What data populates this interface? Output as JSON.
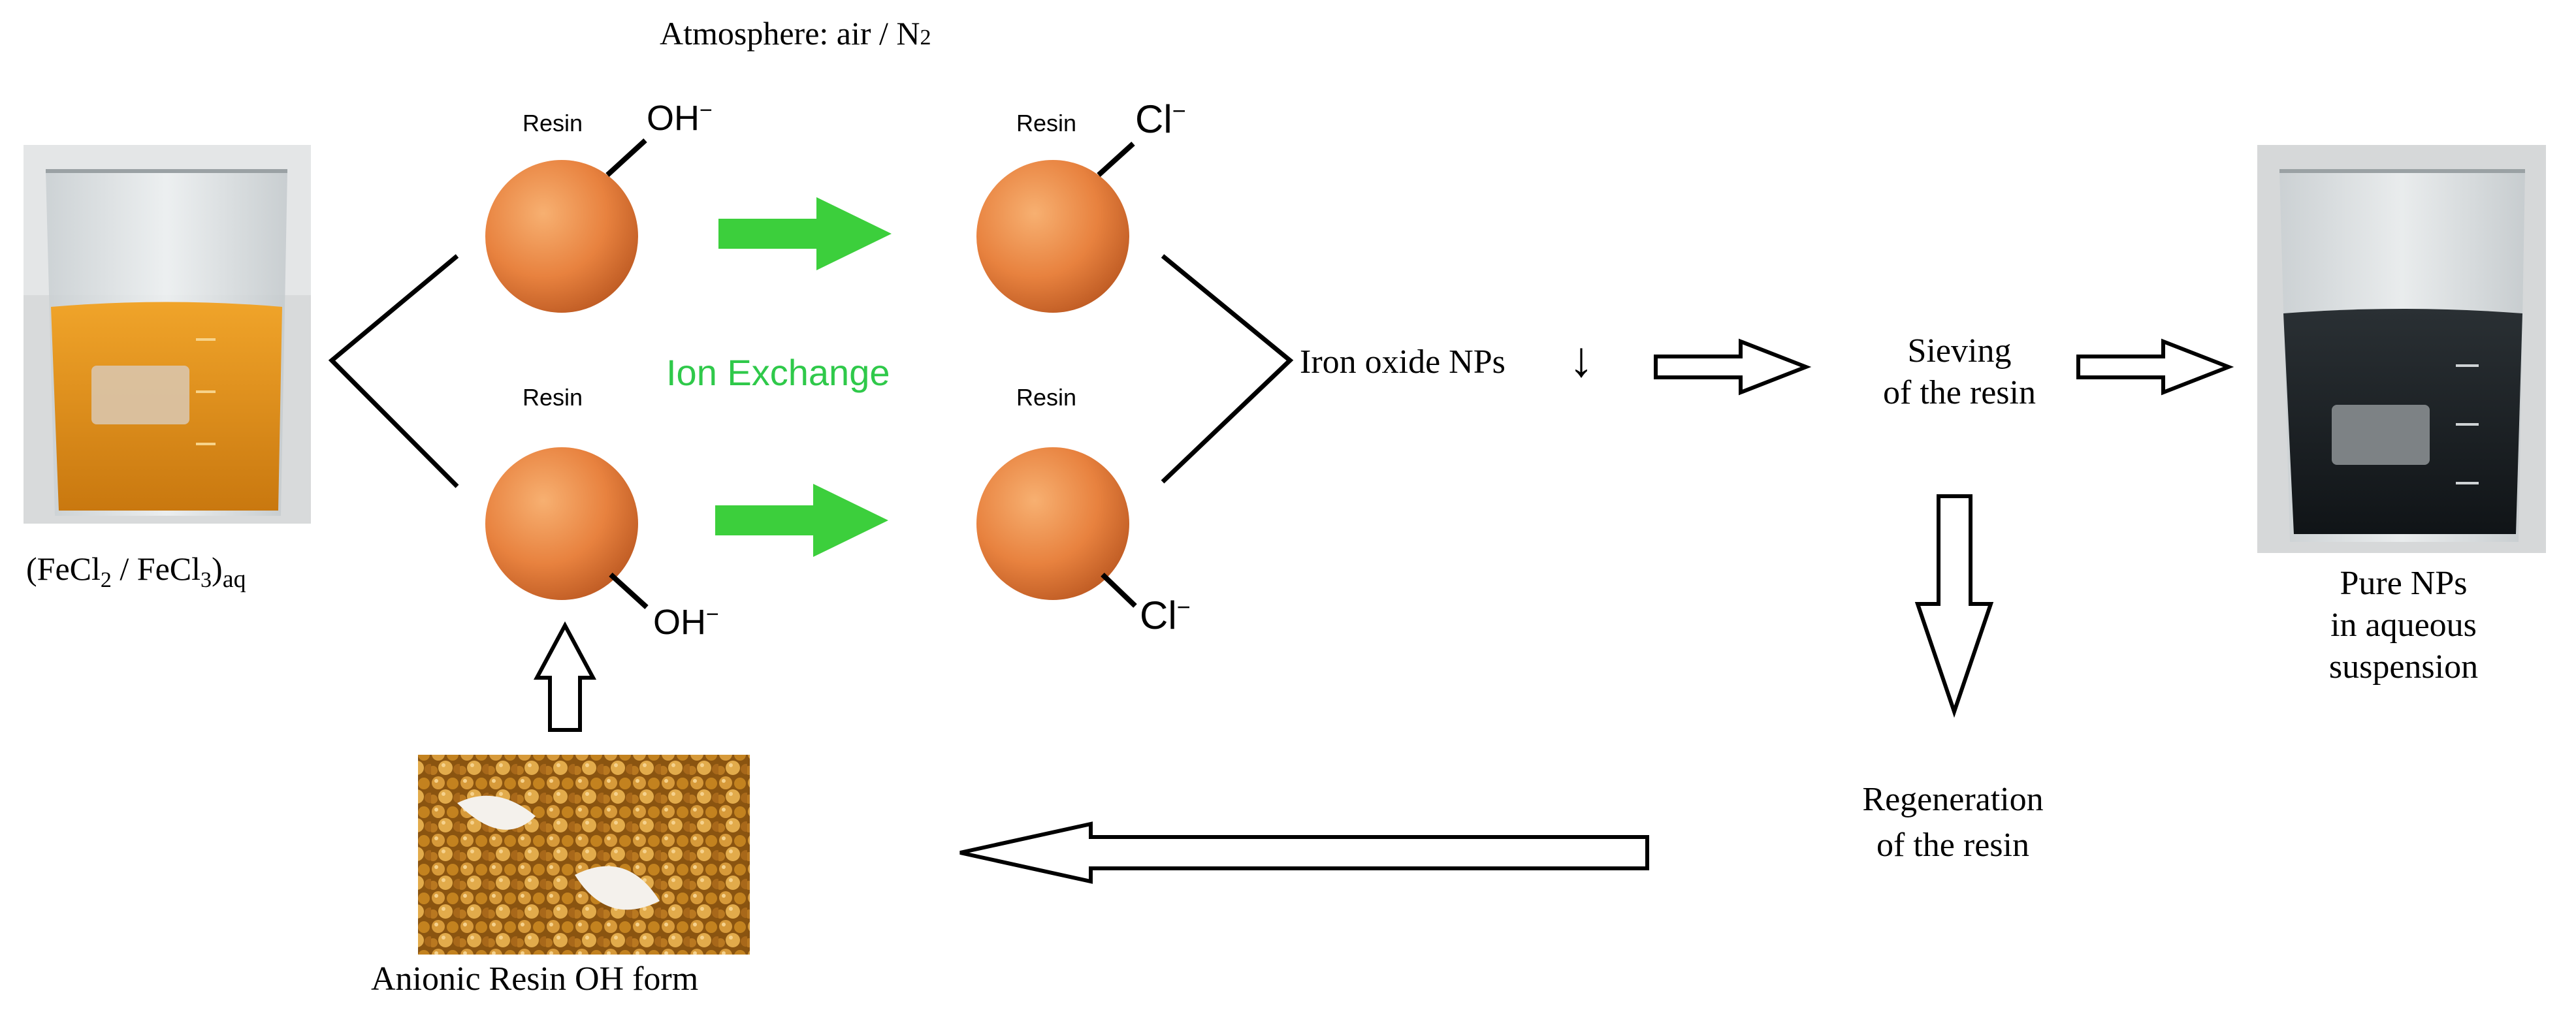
{
  "diagram": {
    "atmosphere": {
      "text": "Atmosphere: air / N",
      "sub": "2"
    },
    "resin_label": "Resin",
    "hydroxide": {
      "base": "OH",
      "sup": "−"
    },
    "chloride": {
      "base": "Cl",
      "sup": "−"
    },
    "ion_exchange": "Ion Exchange",
    "iron_oxide": "Iron oxide NPs",
    "down_arrow_glyph": "↓",
    "sieving": {
      "line1": "Sieving",
      "line2": "of the resin"
    },
    "regeneration": {
      "line1": "Regeneration",
      "line2": "of the resin"
    },
    "pure_nps": {
      "line1": "Pure NPs",
      "line2": "in aqueous",
      "line3": "suspension"
    },
    "precursor": {
      "open": "(FeCl",
      "s1": "2",
      "mid": " / FeCl",
      "s2": "3",
      "close": ")",
      "phase": "aq"
    },
    "resin_form": "Anionic Resin OH form",
    "colors": {
      "resin_ball": "#e8823f",
      "green_arrow": "#3ccf3c",
      "ion_exchange_text": "#2fc94a",
      "yellow_liquid": "#e0961f",
      "dark_liquid": "#1c2226",
      "resin_beads": "#b07a22"
    }
  }
}
